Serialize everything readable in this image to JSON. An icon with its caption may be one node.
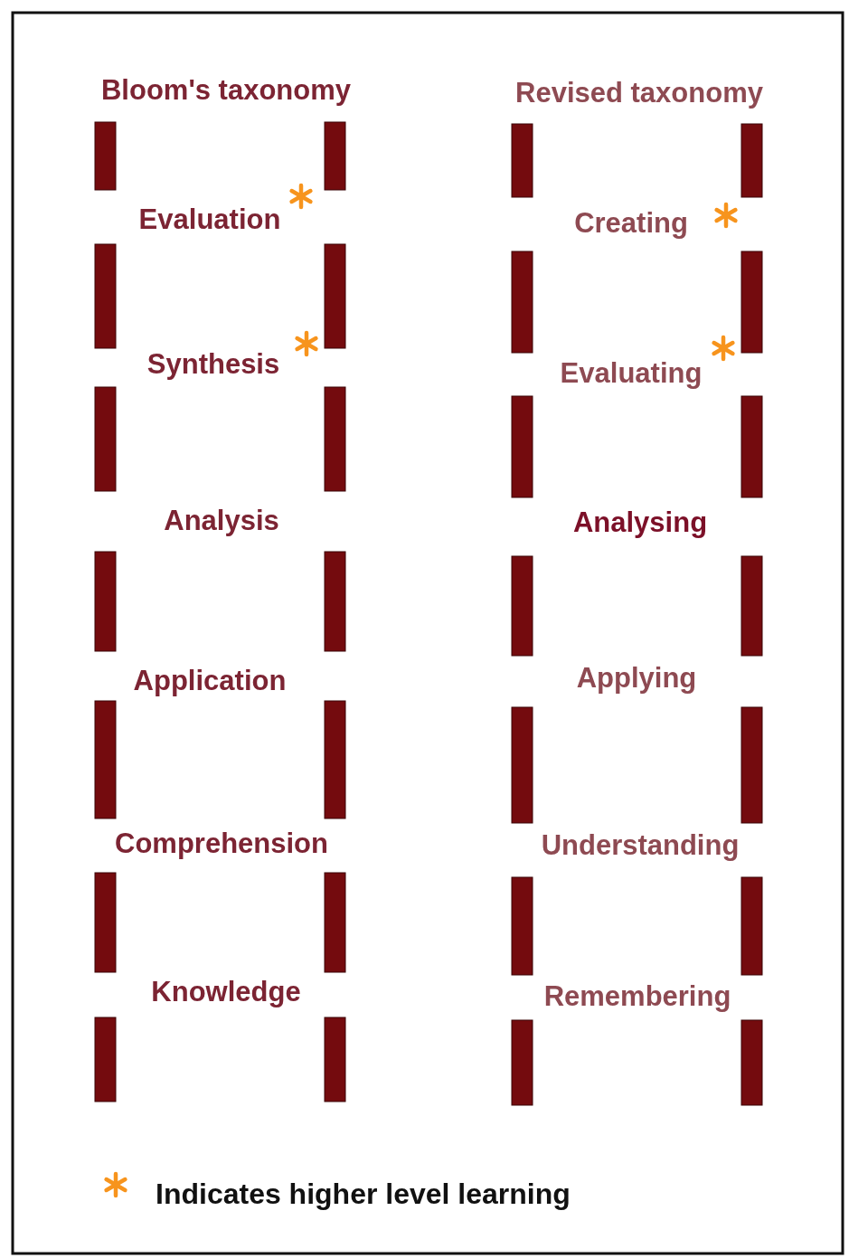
{
  "diagram": {
    "labels": [
      "Bloom's taxonomy",
      "Revised taxonomy",
      "Evaluation",
      "Creating",
      "Synthesis",
      "Evaluating",
      "Analysis",
      "Analysing",
      "Application",
      "Applying",
      "Comprehension",
      "Understanding",
      "Knowledge",
      "Remembering"
    ],
    "legend": [
      {
        "text": "Indicates higher level learning"
      }
    ]
  }
}
